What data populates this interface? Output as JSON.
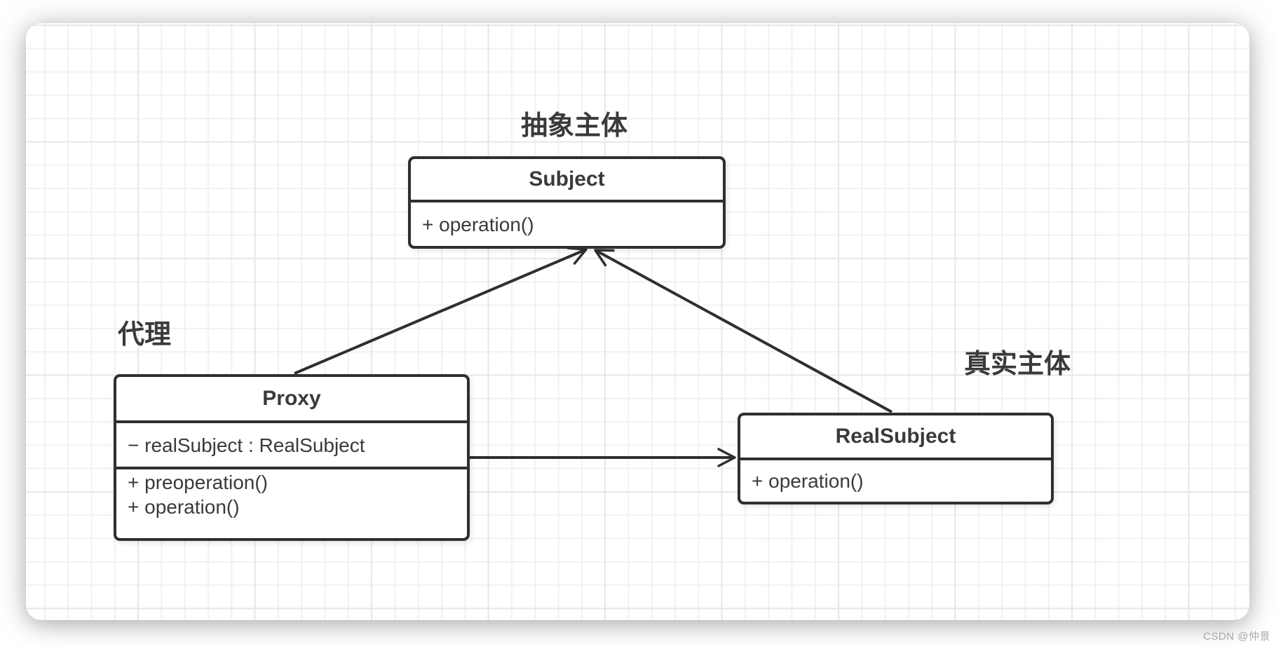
{
  "diagram": {
    "labels": {
      "abstract_subject": "抽象主体",
      "proxy": "代理",
      "real_subject": "真实主体"
    },
    "classes": {
      "subject": {
        "name": "Subject",
        "methods": [
          "+ operation()"
        ]
      },
      "proxy": {
        "name": "Proxy",
        "attributes": [
          "− realSubject : RealSubject"
        ],
        "methods": [
          "+ preoperation()",
          "+ operation()"
        ]
      },
      "real_subject": {
        "name": "RealSubject",
        "methods": [
          "+ operation()"
        ]
      }
    },
    "relations": [
      {
        "type": "generalization",
        "from": "Proxy",
        "to": "Subject"
      },
      {
        "type": "generalization",
        "from": "RealSubject",
        "to": "Subject"
      },
      {
        "type": "association",
        "from": "Proxy",
        "to": "RealSubject"
      }
    ],
    "colors": {
      "stroke": "#2f2f2f",
      "text": "#3a3a3a",
      "grid_minor": "#f1f1f1",
      "grid_major": "#e7e7e7",
      "card_bg": "#ffffff",
      "watermark": "#a9a9a9"
    }
  },
  "watermark": "CSDN @仲景"
}
